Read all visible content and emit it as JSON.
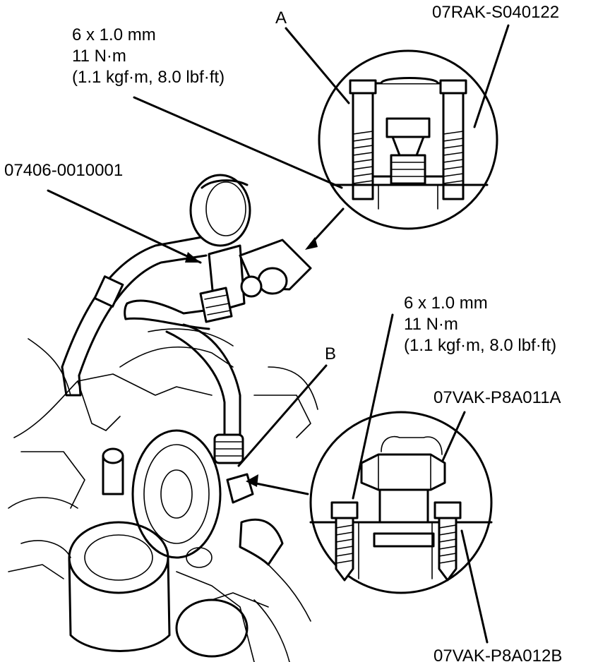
{
  "callouts": {
    "label_a": "A",
    "label_b": "B",
    "tool_top_right": "07RAK-S040122",
    "tool_gauge": "07406-0010001",
    "tool_adapter_nut": "07VAK-P8A011A",
    "tool_adapter_bottom": "07VAK-P8A012B"
  },
  "torque_spec_top": {
    "bolt": "6 x 1.0 mm",
    "torque_nm": "11 N·m",
    "torque_alt": "(1.1 kgf·m, 8.0 lbf·ft)"
  },
  "torque_spec_bottom": {
    "bolt": "6 x 1.0 mm",
    "torque_nm": "11 N·m",
    "torque_alt": "(1.1 kgf·m, 8.0 lbf·ft)"
  }
}
